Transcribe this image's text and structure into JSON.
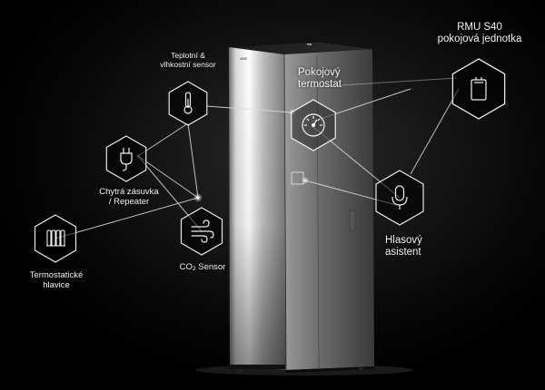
{
  "labels": {
    "temp_humidity_line1": "Teplotní &",
    "temp_humidity_line2": "vlhkostní sensor",
    "smart_plug_line1": "Chytrá zásuvka",
    "smart_plug_line2": "/ Repeater",
    "thermostatic_line1": "Termostatické",
    "thermostatic_line2": "hlavice",
    "co2_prefix": "CO",
    "co2_sub": "2",
    "co2_suffix": " Sensor",
    "room_thermostat_line1": "Pokojový",
    "room_thermostat_line2": "termostat",
    "rmu_line1": "RMU S40",
    "rmu_line2": "pokojová jednotka",
    "voice_line1": "Hlasový",
    "voice_line2": "asistent"
  },
  "icons": {
    "temp_humidity": "thermometer-icon",
    "smart_plug": "plug-icon",
    "thermostatic": "radiator-icon",
    "co2": "wind-icon",
    "room_thermostat": "dial-icon",
    "rmu": "room-unit-icon",
    "voice": "microphone-icon"
  },
  "colors": {
    "background": "#000000",
    "hexagon_stroke": "#e6e6e6",
    "line": "#dcdcdc",
    "text": "#f2f2f2"
  }
}
